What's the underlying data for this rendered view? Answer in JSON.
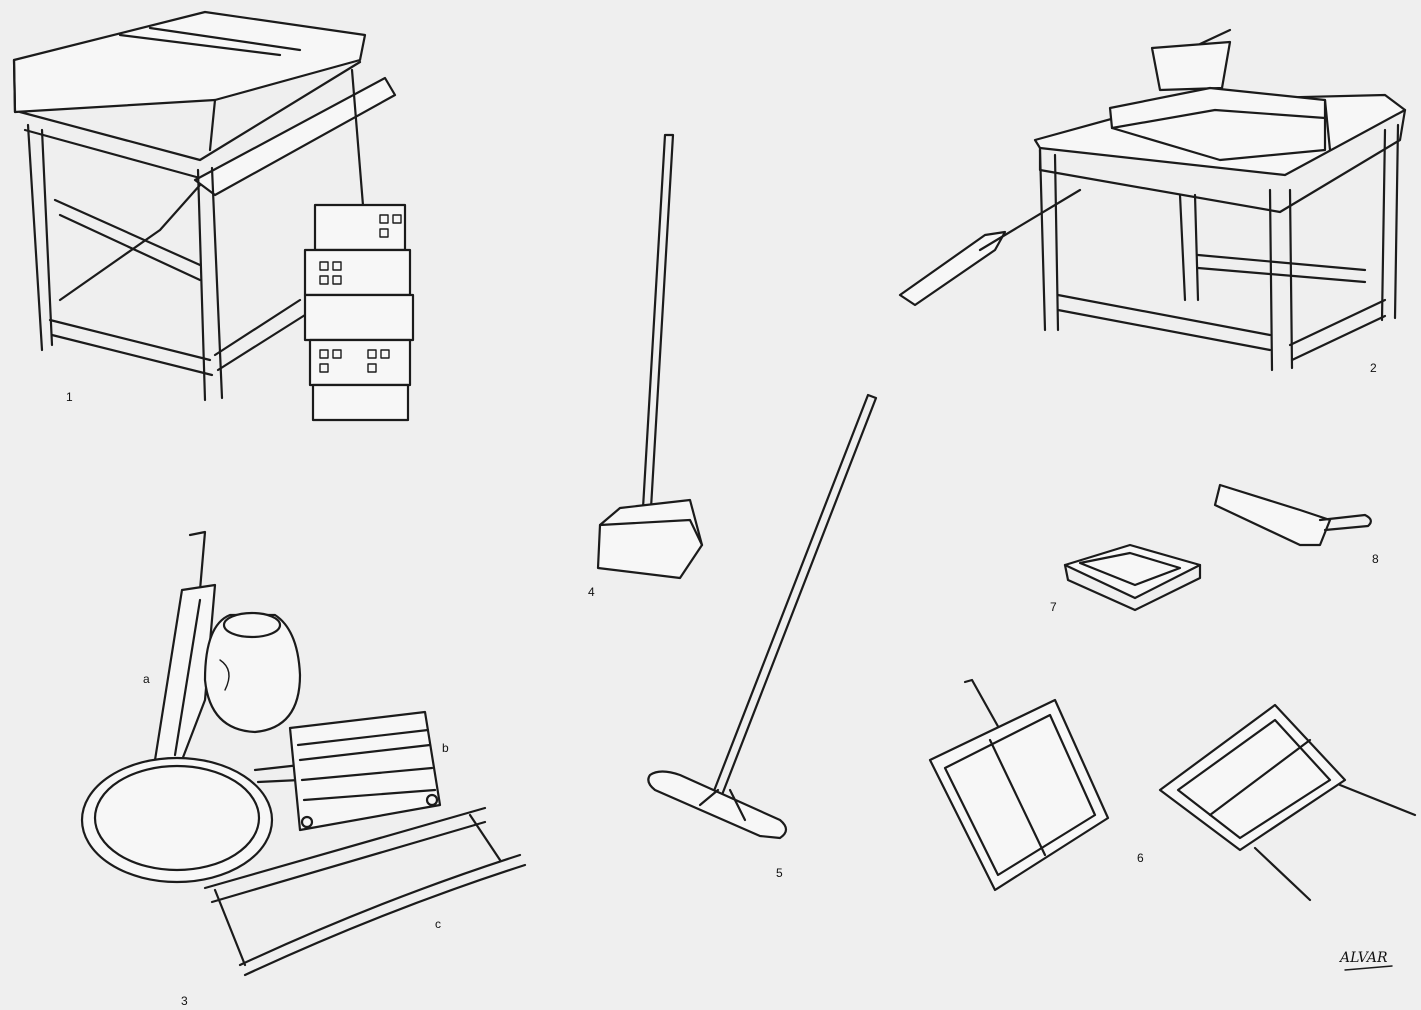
{
  "labels": {
    "n1": "1",
    "n2": "2",
    "n3": "3",
    "n4": "4",
    "n5": "5",
    "n6": "6",
    "n7": "7",
    "n8": "8",
    "a": "a",
    "b": "b",
    "c": "c"
  },
  "signature": "ALVAR",
  "colors": {
    "ink": "#1b1b1b",
    "paper": "#efefef"
  }
}
